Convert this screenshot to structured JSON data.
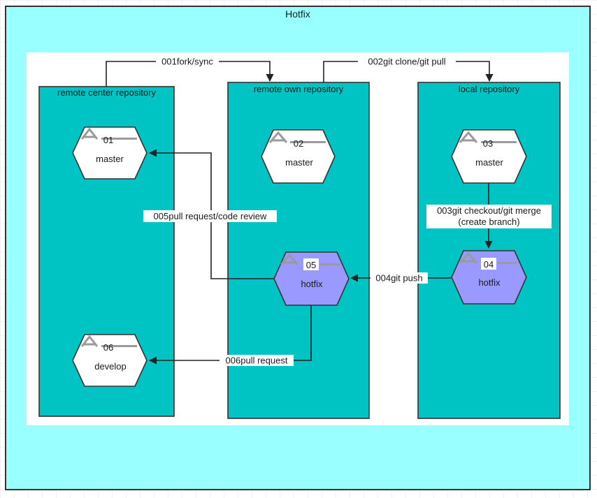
{
  "colors": {
    "outer_fill": "#99ffff",
    "outer_stroke": "#333333",
    "canvas_fill": "#ffffff",
    "repo_fill": "#00c4c4",
    "repo_stroke": "#333333",
    "node_default_fill": "#ffffff",
    "node_highlight_fill": "#9999ff",
    "node_stroke": "#333333",
    "glyph": "#9a9a9a",
    "edge": "#222222",
    "grid": "#e6e6e6"
  },
  "diagram": {
    "title": "Hotfix",
    "repositories": [
      {
        "id": "remote-center",
        "label": "remote center repository"
      },
      {
        "id": "remote-own",
        "label": "remote own repository"
      },
      {
        "id": "local",
        "label": "local repository"
      }
    ],
    "nodes": [
      {
        "id": "n01",
        "number": "01",
        "label": "master",
        "repo": "remote-center",
        "highlight": false
      },
      {
        "id": "n02",
        "number": "02",
        "label": "master",
        "repo": "remote-own",
        "highlight": false
      },
      {
        "id": "n03",
        "number": "03",
        "label": "master",
        "repo": "local",
        "highlight": false
      },
      {
        "id": "n04",
        "number": "04",
        "label": "hotfix",
        "repo": "local",
        "highlight": true
      },
      {
        "id": "n05",
        "number": "05",
        "label": "hotfix",
        "repo": "remote-own",
        "highlight": true
      },
      {
        "id": "n06",
        "number": "06",
        "label": "develop",
        "repo": "remote-center",
        "highlight": false
      }
    ],
    "edges": [
      {
        "id": "e001",
        "from": "remote-center",
        "to": "remote-own",
        "label": "001fork/sync"
      },
      {
        "id": "e002",
        "from": "remote-own",
        "to": "local",
        "label": "002git clone/git pull"
      },
      {
        "id": "e003",
        "from": "n03",
        "to": "n04",
        "label_lines": [
          "003git checkout/git merge",
          "(create branch)"
        ]
      },
      {
        "id": "e004",
        "from": "n04",
        "to": "n05",
        "label": "004git push"
      },
      {
        "id": "e005",
        "from": "n05",
        "to": "n01",
        "label": "005pull request/code review"
      },
      {
        "id": "e006",
        "from": "n05",
        "to": "n06",
        "label": "006pull request"
      }
    ]
  }
}
